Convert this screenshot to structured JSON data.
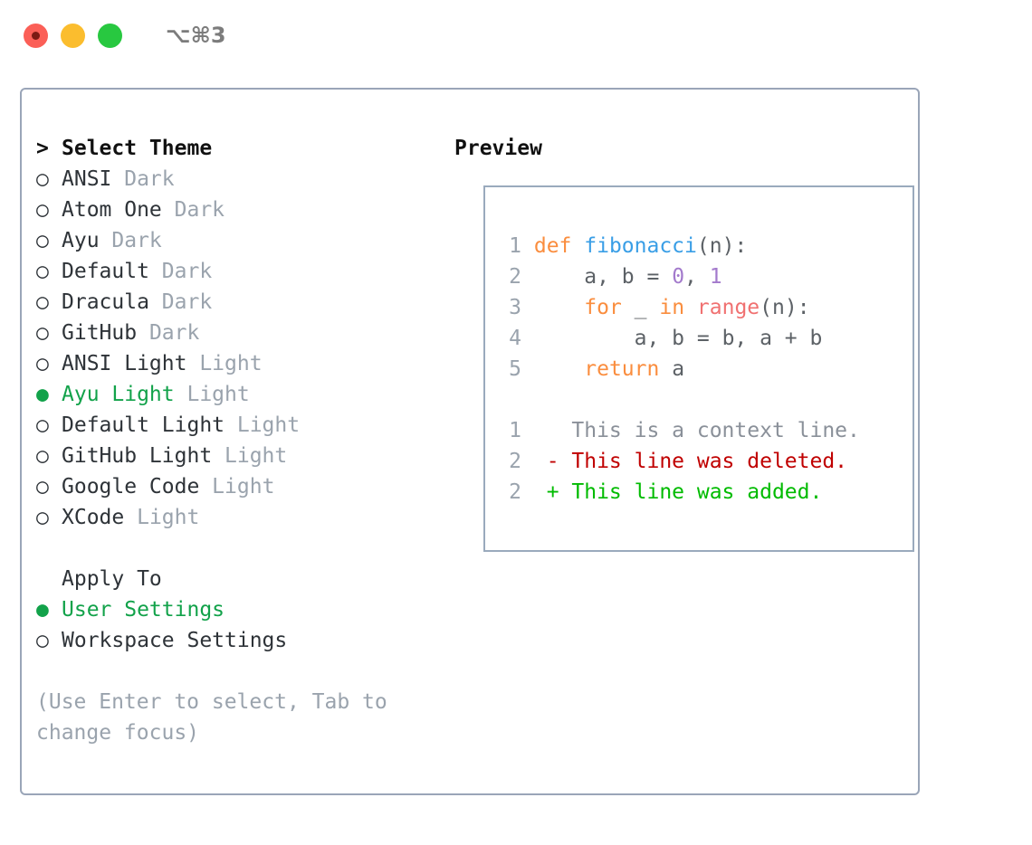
{
  "window": {
    "title": "⌥⌘3",
    "traffic_lights": [
      "close-red",
      "minimize-yellow",
      "zoom-green"
    ]
  },
  "theme_panel": {
    "heading_marker": ">",
    "heading": "Select Theme",
    "items": [
      {
        "marker": "○",
        "label": "ANSI",
        "variant": "Dark",
        "selected": false
      },
      {
        "marker": "○",
        "label": "Atom One",
        "variant": "Dark",
        "selected": false
      },
      {
        "marker": "○",
        "label": "Ayu",
        "variant": "Dark",
        "selected": false
      },
      {
        "marker": "○",
        "label": "Default",
        "variant": "Dark",
        "selected": false
      },
      {
        "marker": "○",
        "label": "Dracula",
        "variant": "Dark",
        "selected": false
      },
      {
        "marker": "○",
        "label": "GitHub",
        "variant": "Dark",
        "selected": false
      },
      {
        "marker": "○",
        "label": "ANSI Light",
        "variant": "Light",
        "selected": false
      },
      {
        "marker": "●",
        "label": "Ayu Light",
        "variant": "Light",
        "selected": true
      },
      {
        "marker": "○",
        "label": "Default Light",
        "variant": "Light",
        "selected": false
      },
      {
        "marker": "○",
        "label": "GitHub Light",
        "variant": "Light",
        "selected": false
      },
      {
        "marker": "○",
        "label": "Google Code",
        "variant": "Light",
        "selected": false
      },
      {
        "marker": "○",
        "label": "XCode",
        "variant": "Light",
        "selected": false
      }
    ]
  },
  "apply_to": {
    "heading": "Apply To",
    "items": [
      {
        "marker": "●",
        "label": "User Settings",
        "selected": true
      },
      {
        "marker": "○",
        "label": "Workspace Settings",
        "selected": false
      }
    ]
  },
  "hint": "(Use Enter to select, Tab to change focus)",
  "preview": {
    "heading": "Preview",
    "code_lines": [
      {
        "number": "1",
        "tokens": [
          {
            "text": "def ",
            "type": "keyword"
          },
          {
            "text": "fibonacci",
            "type": "function"
          },
          {
            "text": "(n):",
            "type": "punct"
          }
        ]
      },
      {
        "number": "2",
        "tokens": [
          {
            "text": "    a, b = ",
            "type": "plain"
          },
          {
            "text": "0",
            "type": "number"
          },
          {
            "text": ", ",
            "type": "plain"
          },
          {
            "text": "1",
            "type": "number"
          }
        ]
      },
      {
        "number": "3",
        "tokens": [
          {
            "text": "    ",
            "type": "plain"
          },
          {
            "text": "for",
            "type": "keyword"
          },
          {
            "text": " _ ",
            "type": "plain"
          },
          {
            "text": "in",
            "type": "keyword"
          },
          {
            "text": " ",
            "type": "plain"
          },
          {
            "text": "range",
            "type": "builtin"
          },
          {
            "text": "(n):",
            "type": "punct"
          }
        ]
      },
      {
        "number": "4",
        "tokens": [
          {
            "text": "        a, b = b, a + b",
            "type": "plain"
          }
        ]
      },
      {
        "number": "5",
        "tokens": [
          {
            "text": "    ",
            "type": "plain"
          },
          {
            "text": "return",
            "type": "keyword"
          },
          {
            "text": " a",
            "type": "plain"
          }
        ]
      }
    ],
    "diff_lines": [
      {
        "number": "1",
        "sign": " ",
        "text": "This is a context line.",
        "type": "context"
      },
      {
        "number": "2",
        "sign": "-",
        "text": "This line was deleted.",
        "type": "removed"
      },
      {
        "number": "2",
        "sign": "+",
        "text": "This line was added.",
        "type": "added"
      }
    ]
  },
  "colors": {
    "accent_green": "#12a24a",
    "muted_gray": "#9aa3ad",
    "border": "#9aa5b8",
    "preview_border": "#9aaabd",
    "syntax_keyword": "#fa8d3e",
    "syntax_function": "#399ee6",
    "syntax_builtin": "#f07171",
    "syntax_number": "#a37acc",
    "syntax_plain": "#5c6166",
    "diff_removed": "#c00000",
    "diff_added": "#00bb00",
    "traffic_red": "#fb5f57",
    "traffic_yellow": "#fbbd2e",
    "traffic_green": "#28c840"
  }
}
